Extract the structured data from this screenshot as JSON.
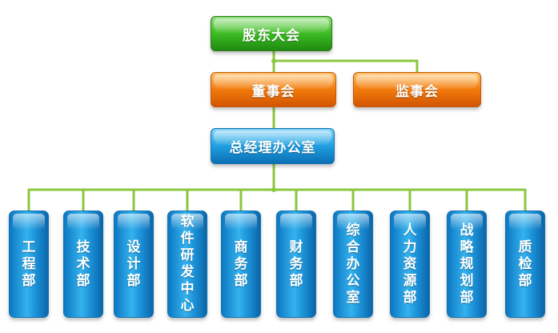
{
  "org_chart": {
    "shareholders": "股东大会",
    "board": "董事会",
    "supervisors": "监事会",
    "gm_office": "总经理办公室",
    "departments": [
      "工程部",
      "技术部",
      "设计部",
      "软件研发中心",
      "商务部",
      "财务部",
      "综合办公室",
      "人力资源部",
      "战略规划部",
      "质检部"
    ]
  },
  "colors": {
    "connector": "#8cc63f",
    "top_box": "#3dbb24",
    "second_tier_box": "#f27a0c",
    "gm_box": "#1f9fe0",
    "department_box": "#1f9fe0"
  }
}
